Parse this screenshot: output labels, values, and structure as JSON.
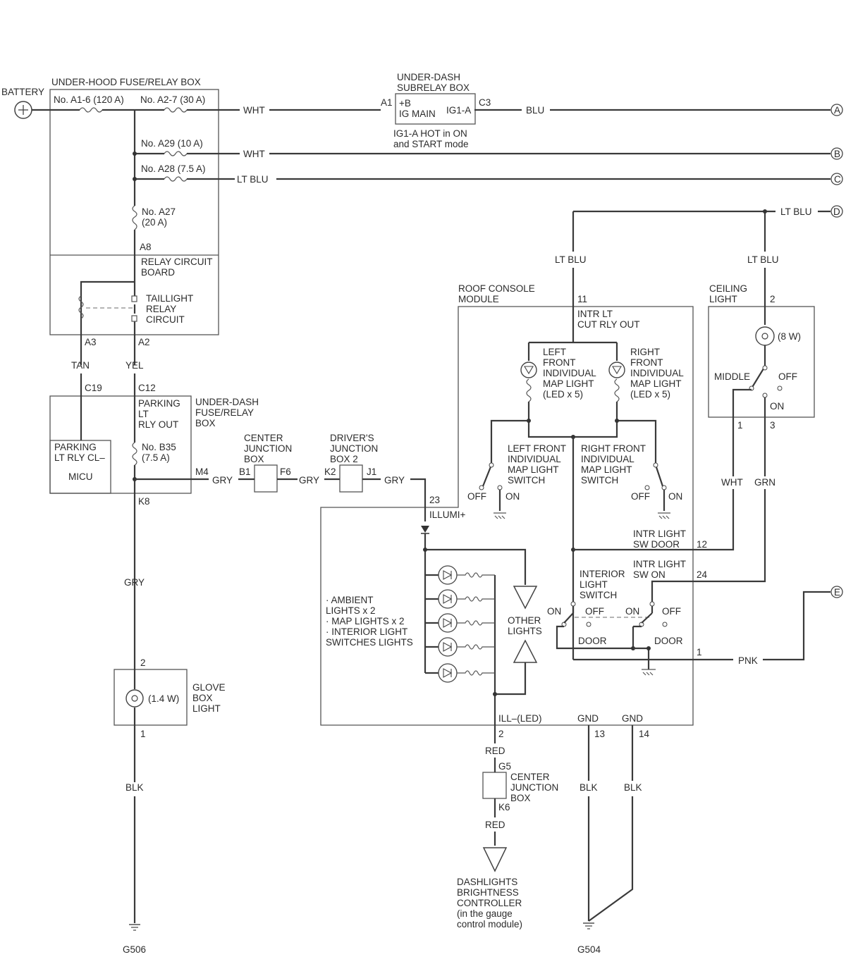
{
  "labels": {
    "battery": "BATTERY",
    "underhood_box": "UNDER-HOOD FUSE/RELAY BOX",
    "fuse_a16": "No. A1-6 (120 A)",
    "fuse_a27_30": "No. A2-7 (30 A)",
    "fuse_a29": "No. A29 (10 A)",
    "fuse_a28": "No. A28 (7.5 A)",
    "fuse_a27": "No. A27\n(20 A)",
    "pin_a8": "A8",
    "relay_board": "RELAY CIRCUIT\nBOARD",
    "taillight_relay": "TAILLIGHT\nRELAY\nCIRCUIT",
    "pin_a3": "A3",
    "pin_a2": "A2",
    "wire_tan": "TAN",
    "wire_yel": "YEL",
    "wire_wht1": "WHT",
    "wire_wht2": "WHT",
    "wire_ltblu_c": "LT BLU",
    "subrelay_box": "UNDER-DASH\nSUBRELAY BOX",
    "pin_a1": "A1",
    "ig_main": "+B\nIG MAIN",
    "ig1a": "IG1-A",
    "pin_c3": "C3",
    "wire_blu": "BLU",
    "ig1a_note": "IG1-A HOT in ON\nand START mode",
    "conn_a": "A",
    "conn_b": "B",
    "conn_c": "C",
    "conn_d": "D",
    "conn_e": "E",
    "wire_ltblu_d": "LT BLU",
    "wire_ltblu_11": "LT BLU",
    "wire_ltblu_2": "LT BLU",
    "pin_c19": "C19",
    "pin_c12": "C12",
    "parking_lt_rly_out": "PARKING\nLT\nRLY OUT",
    "underdash_box": "UNDER-DASH\nFUSE/RELAY\nBOX",
    "parking_lt_rly_cl": "PARKING\nLT RLY CL–",
    "micu": "MICU",
    "fuse_b35": "No. B35\n(7.5 A)",
    "pin_m4": "M4",
    "wire_gry1": "GRY",
    "pin_b1": "B1",
    "center_jb": "CENTER\nJUNCTION\nBOX",
    "pin_f6": "F6",
    "wire_gry2": "GRY",
    "drivers_jb": "DRIVER'S\nJUNCTION\nBOX 2",
    "pin_k2": "K2",
    "pin_j1": "J1",
    "wire_gry3": "GRY",
    "pin_k8": "K8",
    "wire_gry4": "GRY",
    "pin_2_glove": "2",
    "glove_watt": "(1.4 W)",
    "glove_box_light": "GLOVE\nBOX\nLIGHT",
    "pin_1_glove": "1",
    "wire_blk1": "BLK",
    "ground_g506": "G506",
    "roof_console": "ROOF CONSOLE\nMODULE",
    "pin_11": "11",
    "intr_lt_cut": "INTR LT\nCUT RLY OUT",
    "left_map_light": "LEFT\nFRONT\nINDIVIDUAL\nMAP LIGHT\n(LED x 5)",
    "right_map_light": "RIGHT\nFRONT\nINDIVIDUAL\nMAP LIGHT\n(LED x 5)",
    "left_map_switch": "LEFT FRONT\nINDIVIDUAL\nMAP LIGHT\nSWITCH",
    "right_map_switch": "RIGHT FRONT\nINDIVIDUAL\nMAP LIGHT\nSWITCH",
    "off_l": "OFF",
    "on_l": "ON",
    "off_r": "OFF",
    "on_r": "ON",
    "pin_23": "23",
    "illumi_plus": "ILLUMI+",
    "ambient_lights": "· AMBIENT\nLIGHTS x 2\n· MAP LIGHTS x 2\n· INTERIOR LIGHT\nSWITCHES LIGHTS",
    "other_lights": "OTHER\nLIGHTS",
    "ill_minus": "ILL–(LED)",
    "gnd_13": "GND",
    "gnd_14": "GND",
    "pin_2_ill": "2",
    "pin_13": "13",
    "pin_14": "14",
    "wire_red1": "RED",
    "pin_g5": "G5",
    "center_jb2": "CENTER\nJUNCTION\nBOX",
    "pin_k6": "K6",
    "wire_red2": "RED",
    "dashlights": "DASHLIGHTS\nBRIGHTNESS\nCONTROLLER\n(in the gauge\ncontrol module)",
    "wire_blk2": "BLK",
    "wire_blk3": "BLK",
    "ground_g504": "G504",
    "ceiling_light": "CEILING\nLIGHT",
    "pin_2_ceil": "2",
    "ceiling_watt": "(8 W)",
    "middle": "MIDDLE",
    "off_c": "OFF",
    "on_c": "ON",
    "pin_1_ceil": "1",
    "pin_3_ceil": "3",
    "wire_wht3": "WHT",
    "wire_grn": "GRN",
    "intr_sw_door": "INTR LIGHT\nSW DOOR",
    "pin_12": "12",
    "intr_sw_on": "INTR LIGHT\nSW ON",
    "pin_24": "24",
    "interior_light_switch": "INTERIOR\nLIGHT\nSWITCH",
    "on_s1": "ON",
    "off_s1": "OFF",
    "on_s2": "ON",
    "off_s2": "OFF",
    "door1": "DOOR",
    "door2": "DOOR",
    "pin_1_pnk": "1",
    "wire_pnk": "PNK"
  }
}
